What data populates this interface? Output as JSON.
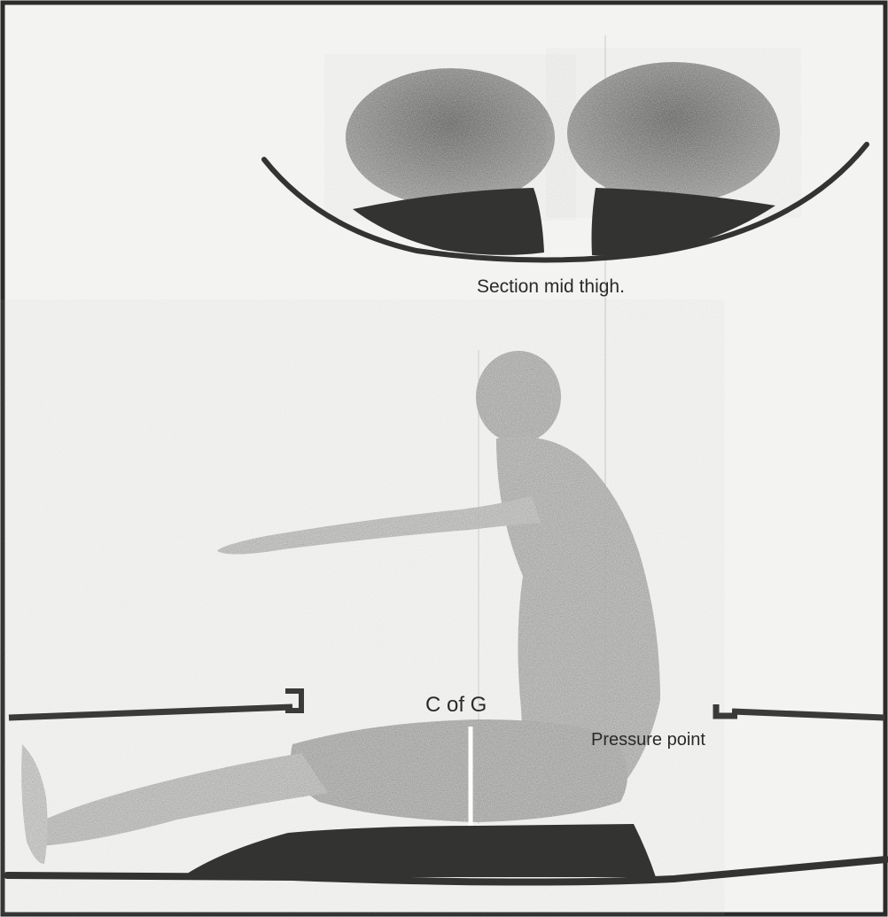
{
  "labels": {
    "section": "Section mid thigh.",
    "cog": "C of G",
    "pressure": "Pressure point"
  },
  "colors": {
    "background": "#f3f3f1",
    "frame": "#2b2b2b",
    "seat": "#333331",
    "rail": "#3a3a38",
    "body": "#b8b8b6",
    "thigh_section": "#8f8f8d"
  }
}
